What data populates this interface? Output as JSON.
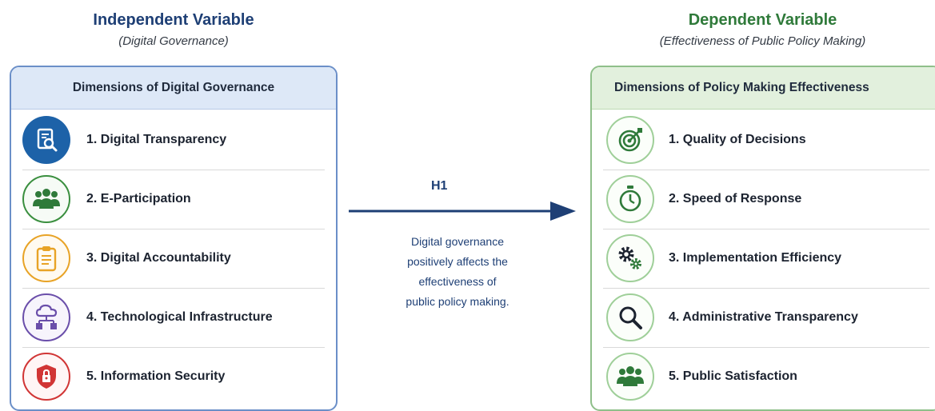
{
  "independent": {
    "title": "Independent Variable",
    "subtitle": "(Digital Governance)",
    "panel_title": "Dimensions of Digital Governance",
    "items": [
      {
        "label": "1. Digital Transparency",
        "icon": "document-search-icon",
        "color": "#1d62a8"
      },
      {
        "label": "2. E-Participation",
        "icon": "people-group-icon",
        "color": "#3a8f3f"
      },
      {
        "label": "3. Digital Accountability",
        "icon": "clipboard-checklist-icon",
        "color": "#e8a326"
      },
      {
        "label": "4. Technological Infrastructure",
        "icon": "cloud-network-icon",
        "color": "#6a4eaa"
      },
      {
        "label": "5. Information Security",
        "icon": "shield-lock-icon",
        "color": "#d13535"
      }
    ]
  },
  "dependent": {
    "title": "Dependent Variable",
    "subtitle": "(Effectiveness of Public Policy Making)",
    "panel_title": "Dimensions of Policy Making Effectiveness",
    "items": [
      {
        "label": "1. Quality of Decisions",
        "icon": "target-icon"
      },
      {
        "label": "2. Speed of Response",
        "icon": "stopwatch-icon"
      },
      {
        "label": "3. Implementation Efficiency",
        "icon": "gears-icon"
      },
      {
        "label": "4. Administrative Transparency",
        "icon": "magnifier-icon"
      },
      {
        "label": "5. Public Satisfaction",
        "icon": "people-group-icon"
      }
    ],
    "icon_color": "#2f7a3a"
  },
  "hypothesis": {
    "label": "H1",
    "text_lines": [
      "Digital governance",
      "positively affects the",
      "effectiveness of",
      "public policy making."
    ],
    "color": "#1e3f75"
  }
}
